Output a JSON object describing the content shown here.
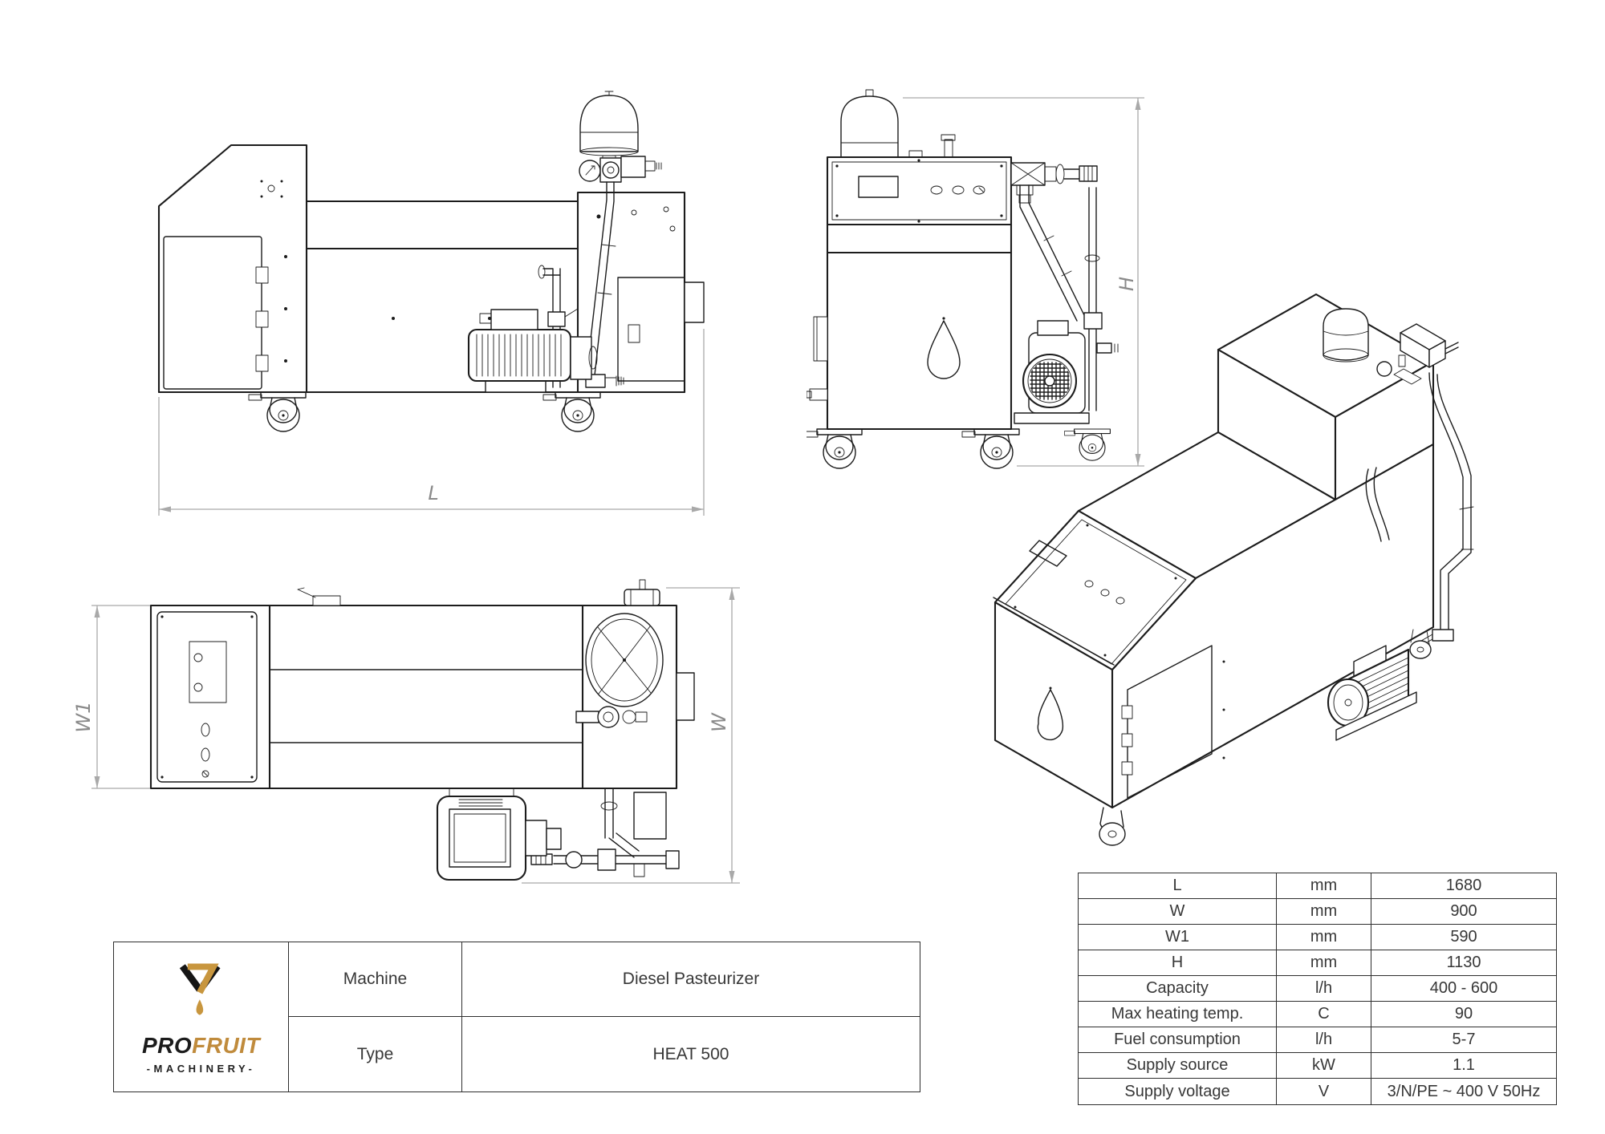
{
  "page": {
    "background": "#ffffff"
  },
  "colors": {
    "drawing_line": "#1c1c1c",
    "dimension_grey": "#a9a9a9",
    "label_grey": "#8a8a8a",
    "logo_gold": "#c08b3c",
    "logo_black": "#1b1b1b"
  },
  "dimensions": {
    "length_label": "L",
    "height_label": "H",
    "width_label": "W",
    "width1_label": "W1"
  },
  "title_block": {
    "rows": [
      {
        "label": "Machine",
        "value": "Diesel Pasteurizer"
      },
      {
        "label": "Type",
        "value": "HEAT 500"
      }
    ],
    "logo": {
      "brand_bold": "PRO",
      "brand_accent": "FRUIT",
      "tagline": "-MACHINERY-"
    }
  },
  "spec_table": {
    "rows": [
      {
        "label": "L",
        "unit": "mm",
        "value": "1680"
      },
      {
        "label": "W",
        "unit": "mm",
        "value": "900"
      },
      {
        "label": "W1",
        "unit": "mm",
        "value": "590"
      },
      {
        "label": "H",
        "unit": "mm",
        "value": "1130"
      },
      {
        "label": "Capacity",
        "unit": "l/h",
        "value": "400 - 600"
      },
      {
        "label": "Max heating temp.",
        "unit": "C",
        "value": "90"
      },
      {
        "label": "Fuel consumption",
        "unit": "l/h",
        "value": "5-7"
      },
      {
        "label": "Supply source",
        "unit": "kW",
        "value": "1.1"
      },
      {
        "label": "Supply voltage",
        "unit": "V",
        "value": "3/N/PE ~ 400 V 50Hz"
      }
    ]
  }
}
